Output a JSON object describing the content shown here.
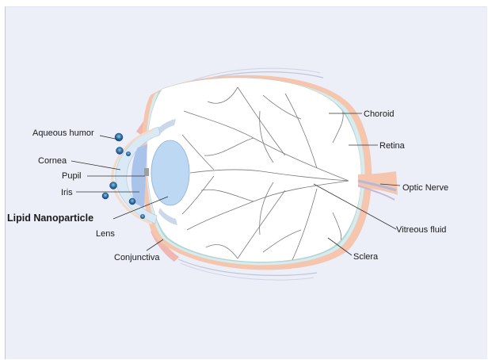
{
  "diagram": {
    "labels": {
      "aqueous_humor": "Aqueous humor",
      "cornea": "Cornea",
      "pupil": "Pupil",
      "iris": "Iris",
      "lipid_nanoparticle": "Lipid Nanoparticle",
      "lens": "Lens",
      "conjunctiva": "Conjunctiva",
      "choroid": "Choroid",
      "retina": "Retina",
      "optic_nerve": "Optic Nerve",
      "vitreous_fluid": "Vitreous fluid",
      "sclera": "Sclera"
    },
    "colors": {
      "background": "#eceef8",
      "sclera": "#f5c5ad",
      "choroid": "#cfe9ea",
      "retina": "#a8dcd5",
      "vitreous": "#ffffff",
      "lens": "#bcd8f2",
      "iris": "#a9c3ea",
      "cornea": "#d9e9f5",
      "vessels": "#777777",
      "nanoparticle": "#3a63b5"
    }
  }
}
